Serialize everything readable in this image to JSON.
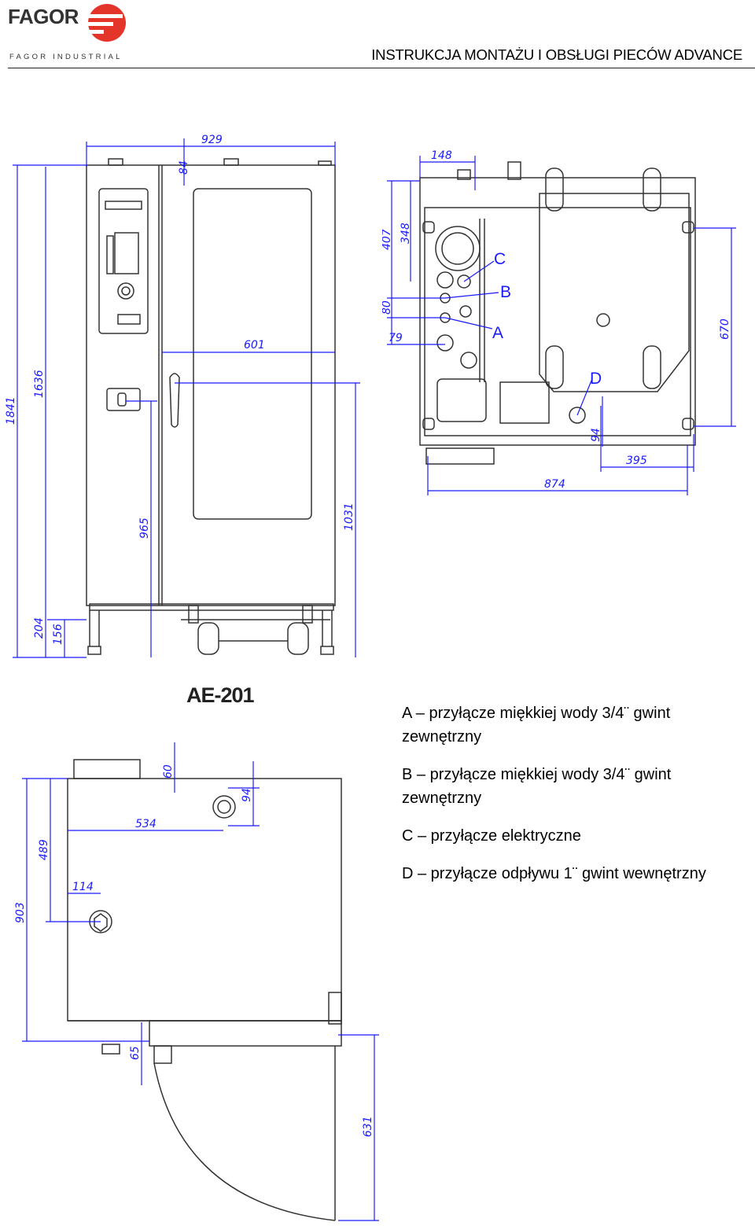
{
  "header": {
    "brand": "FAGOR",
    "brand_sub": "FAGOR INDUSTRIAL",
    "title": "INSTRUKCJA MONTAŻU I OBSŁUGI PIECÓW ADVANCE",
    "brand_color": "#e4352b"
  },
  "model": "AE-201",
  "drawings": {
    "front": {
      "dims": {
        "width": "929",
        "top_step": "84",
        "door": "601",
        "height_total": "1841",
        "height_body": "1636",
        "handle_height": "965",
        "door_height": "1031",
        "leg_204": "204",
        "leg_156": "156"
      }
    },
    "rear": {
      "dims": {
        "top_148": "148",
        "dim_348": "348",
        "dim_407": "407",
        "dim_80": "80",
        "dim_79": "79",
        "dim_670": "670",
        "dim_94": "94",
        "dim_395": "395",
        "dim_874": "874"
      },
      "connections": [
        "A",
        "B",
        "C",
        "D"
      ]
    },
    "top": {
      "dims": {
        "dim_60": "60",
        "dim_94": "94",
        "dim_534": "534",
        "dim_489": "489",
        "dim_903": "903",
        "dim_114": "114",
        "dim_65": "65",
        "dim_631": "631"
      }
    }
  },
  "legend": [
    {
      "text": "A – przyłącze miękkiej wody 3/4¨ gwint zewnętrzny"
    },
    {
      "text": "B – przyłącze miękkiej wody 3/4¨ gwint zewnętrzny"
    },
    {
      "text": "C – przyłącze elektryczne"
    },
    {
      "text": "D – przyłącze odpływu 1¨ gwint wewnętrzny"
    }
  ],
  "colors": {
    "dimension": "#1a1aff",
    "drawing": "#333333"
  }
}
